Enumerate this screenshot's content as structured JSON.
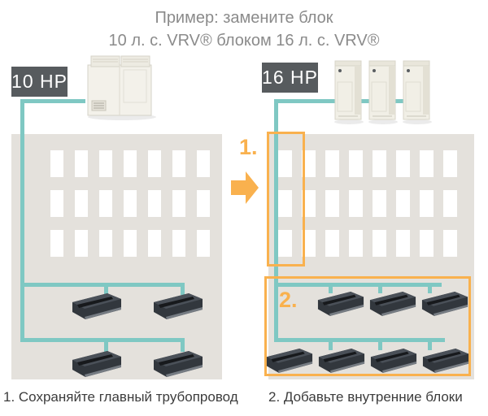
{
  "title": {
    "line1": "Пример: замените блок",
    "line2": "10 л. с. VRV® блоком 16 л. с. VRV®"
  },
  "before": {
    "hp_label": "10 HP",
    "outdoor_unit_count": 1,
    "windows": {
      "cols": 7,
      "rows": 3
    },
    "indoor_unit_rows": [
      2,
      2
    ],
    "caption": "1. Сохраняйте главный трубопровод"
  },
  "after": {
    "hp_label": "16 HP",
    "outdoor_unit_count": 3,
    "windows": {
      "cols": 8,
      "rows": 3
    },
    "indoor_unit_rows": [
      3,
      4
    ],
    "step1_label": "1.",
    "step2_label": "2.",
    "caption": "2. Добавьте внутренние блоки"
  },
  "icons": {
    "replace_arrow": "right-arrow",
    "outdoor_unit_before": "vrv-outdoor-unit",
    "outdoor_unit_after": "vrv-outdoor-tower",
    "indoor_unit": "ducted-indoor-unit"
  },
  "colors": {
    "pipe_teal": "#7fc8c3",
    "highlight_orange": "#f9b14e",
    "building_gray": "#e4e1dc",
    "badge_bg": "#575b5e"
  }
}
